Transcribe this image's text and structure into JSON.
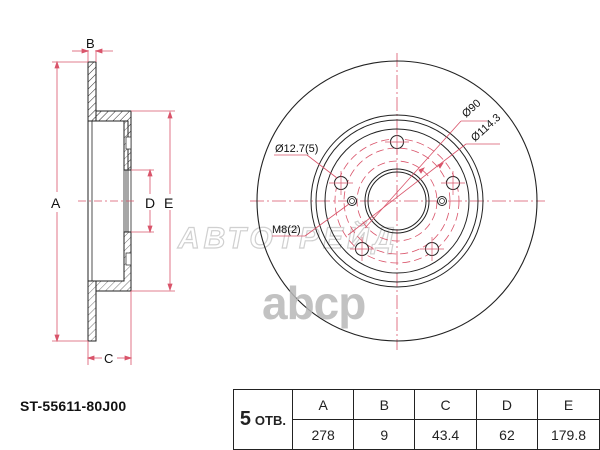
{
  "title": "Brake disc technical drawing",
  "part_number": "ST-55611-80J00",
  "side_view_labels": {
    "A": "A",
    "B": "B",
    "C": "C",
    "D": "D",
    "E": "E"
  },
  "front_view_labels": {
    "bolt_hole": "Ø12.7(5)",
    "center_bore": "Ø90",
    "pcd": "Ø114.3",
    "thread": "M8(2)"
  },
  "watermarks": {
    "brand_text": "АВТОТРЕЙД",
    "logo_text": "abcp"
  },
  "spec_table": {
    "holes_count": "5",
    "holes_unit": "ОТВ.",
    "headers": [
      "A",
      "B",
      "C",
      "D",
      "E"
    ],
    "values": [
      "278",
      "9",
      "43.4",
      "62",
      "179.8"
    ]
  },
  "colors": {
    "outline": "#222222",
    "dimension": "#d9546a",
    "watermark": "#b8b8b8"
  }
}
